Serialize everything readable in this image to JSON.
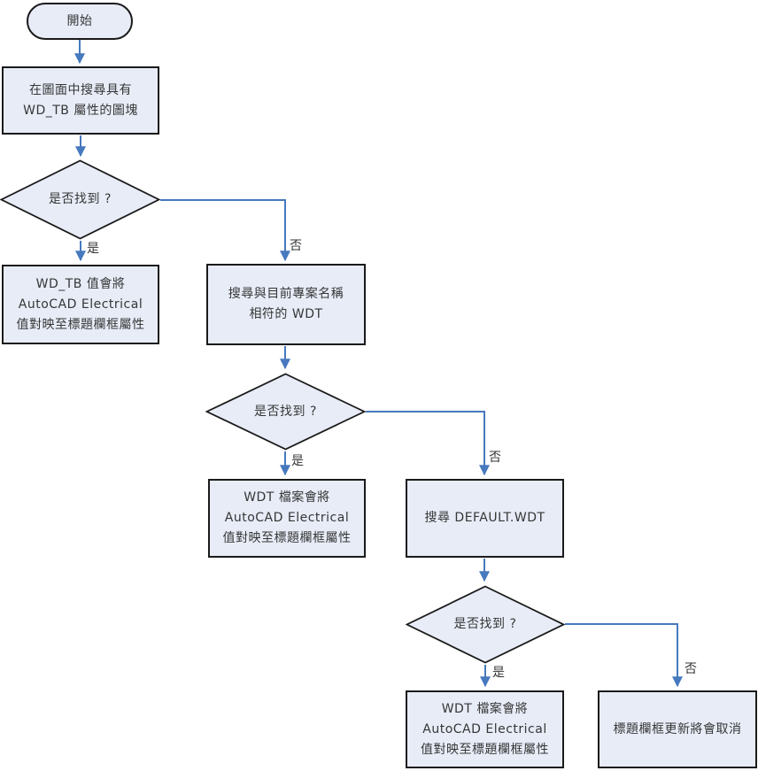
{
  "nodes": {
    "start": {
      "label": "開始"
    },
    "search_wd_tb_blocks": {
      "lines": [
        "在圖面中搜尋具有",
        "WD_TB 屬性的圖塊"
      ]
    },
    "decision_found_1": {
      "label": "是否找到 ?"
    },
    "wd_tb_maps_values": {
      "lines": [
        "WD_TB 值會將",
        "AutoCAD Electrical",
        "值對映至標題欄框屬性"
      ]
    },
    "search_project_wdt": {
      "lines": [
        "搜尋與目前專案名稱",
        "相符的 WDT"
      ]
    },
    "decision_found_2": {
      "label": "是否找到 ?"
    },
    "wdt_file_maps_values_1": {
      "lines": [
        "WDT 檔案會將",
        "AutoCAD Electrical",
        "值對映至標題欄框屬性"
      ]
    },
    "search_default_wdt": {
      "label": "搜尋 DEFAULT.WDT"
    },
    "decision_found_3": {
      "label": "是否找到 ?"
    },
    "wdt_file_maps_values_2": {
      "lines": [
        "WDT 檔案會將",
        "AutoCAD Electrical",
        "值對映至標題欄框屬性"
      ]
    },
    "title_block_update_cancelled": {
      "label": "標題欄框更新將會取消"
    }
  },
  "edge_labels": {
    "decision1_yes": "是",
    "decision1_no": "否",
    "decision2_yes": "是",
    "decision2_no": "否",
    "decision3_yes": "是",
    "decision3_no": "否"
  },
  "colors": {
    "node_fill": "#e7ecf7",
    "node_border": "#1a1a1a",
    "connector": "#4679bd",
    "text": "#363636"
  }
}
